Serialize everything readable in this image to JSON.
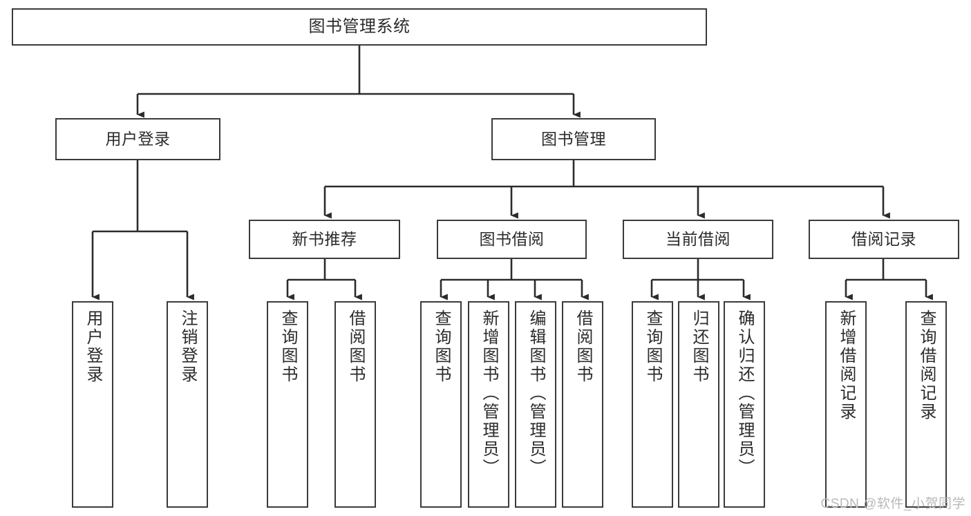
{
  "diagram": {
    "title": "图书管理系统",
    "type": "tree",
    "orientation": "top-down",
    "colors": {
      "box_border": "#3a3a3a",
      "box_fill": "#ffffff",
      "edge": "#2b2b2b",
      "text": "#2b2b2b",
      "watermark": "#b9b9b9",
      "background": "#ffffff"
    },
    "nodes": {
      "root": {
        "id": "root",
        "label": "图书管理系统",
        "level": 0
      },
      "level1": [
        {
          "id": "user-login",
          "label": "用户登录",
          "level": 1
        },
        {
          "id": "book-management",
          "label": "图书管理",
          "level": 1
        }
      ],
      "level2": [
        {
          "id": "new-book-recommend",
          "label": "新书推荐",
          "level": 2,
          "parent": "book-management"
        },
        {
          "id": "book-borrow",
          "label": "图书借阅",
          "level": 2,
          "parent": "book-management"
        },
        {
          "id": "current-borrow",
          "label": "当前借阅",
          "level": 2,
          "parent": "book-management"
        },
        {
          "id": "borrow-record",
          "label": "借阅记录",
          "level": 2,
          "parent": "book-management"
        }
      ],
      "leaves": [
        {
          "id": "leaf-user-login",
          "label": "用户登录",
          "parent": "user-login"
        },
        {
          "id": "leaf-logout",
          "label": "注销登录",
          "parent": "user-login"
        },
        {
          "id": "leaf-query-book-1",
          "label": "查询图书",
          "parent": "new-book-recommend"
        },
        {
          "id": "leaf-borrow-book-1",
          "label": "借阅图书",
          "parent": "new-book-recommend"
        },
        {
          "id": "leaf-query-book-2",
          "label": "查询图书",
          "parent": "book-borrow"
        },
        {
          "id": "leaf-add-book",
          "label": "新增图书（管理员）",
          "parent": "book-borrow"
        },
        {
          "id": "leaf-edit-book",
          "label": "编辑图书（管理员）",
          "parent": "book-borrow"
        },
        {
          "id": "leaf-borrow-book-2",
          "label": "借阅图书",
          "parent": "book-borrow"
        },
        {
          "id": "leaf-query-book-3",
          "label": "查询图书",
          "parent": "current-borrow"
        },
        {
          "id": "leaf-return-book",
          "label": "归还图书",
          "parent": "current-borrow"
        },
        {
          "id": "leaf-confirm-return",
          "label": "确认归还（管理员）",
          "parent": "current-borrow"
        },
        {
          "id": "leaf-add-record",
          "label": "新增借阅记录",
          "parent": "borrow-record"
        },
        {
          "id": "leaf-query-record",
          "label": "查询借阅记录",
          "parent": "borrow-record"
        }
      ]
    },
    "watermark": "CSDN @软件_小贺同学"
  }
}
